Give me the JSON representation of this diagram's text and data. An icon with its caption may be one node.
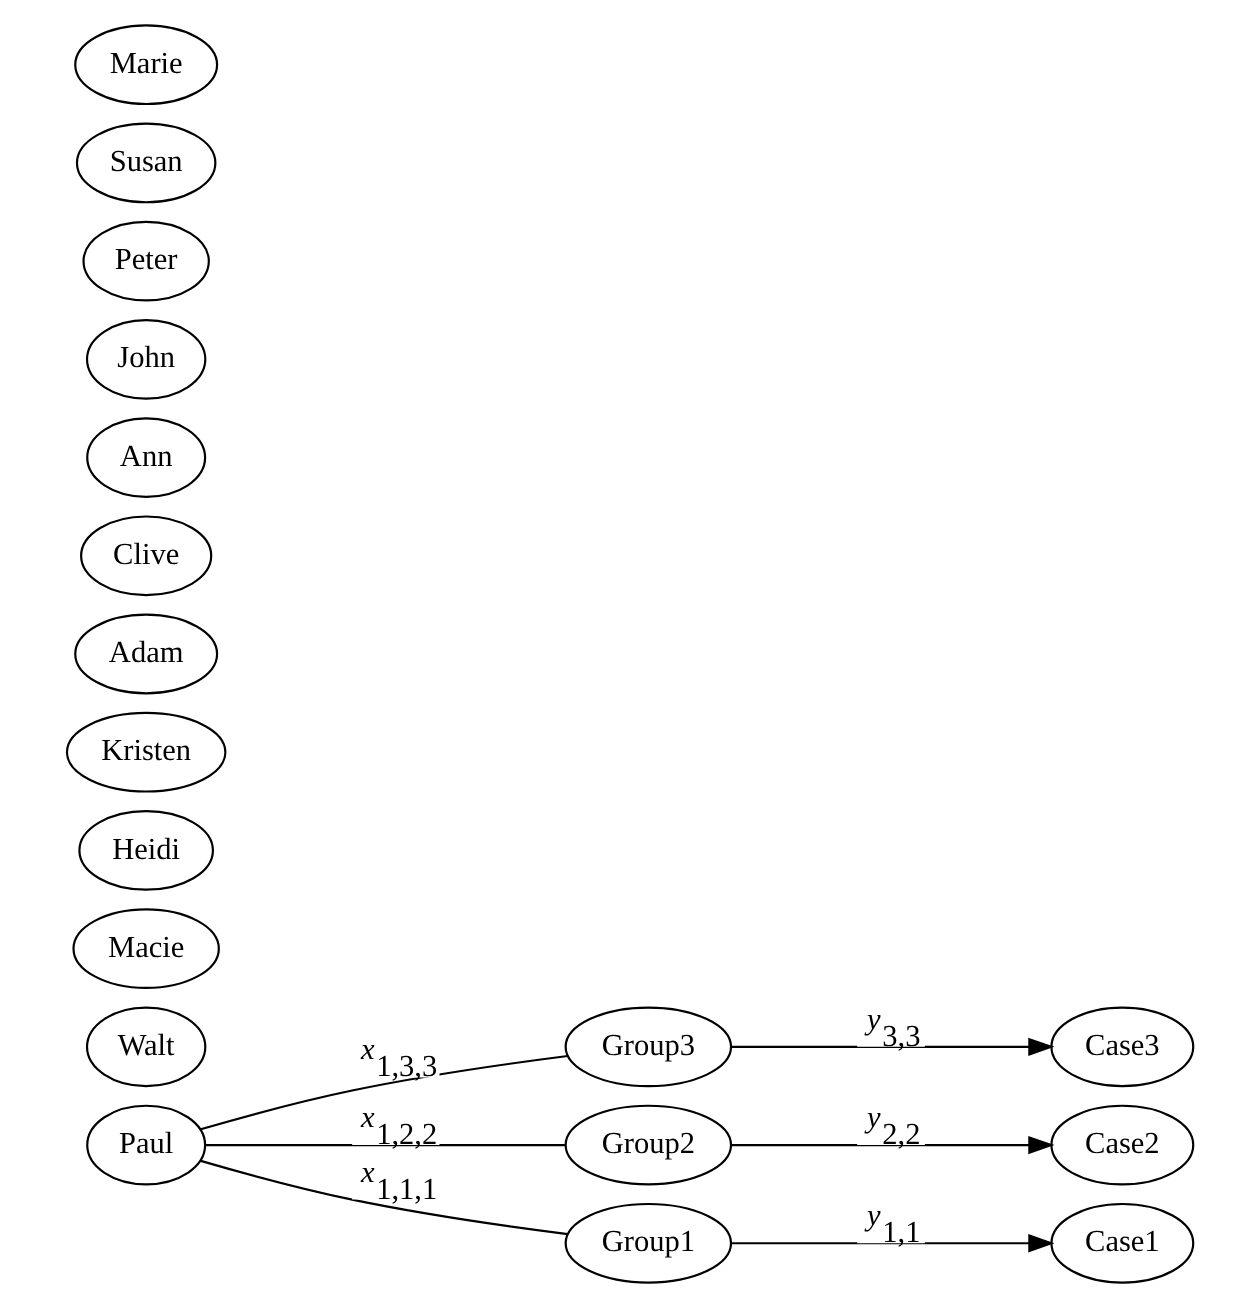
{
  "diagram": {
    "nodes": [
      {
        "text": [
          "Paul"
        ]
      },
      {
        "text": [
          "Marie"
        ]
      },
      {
        "text": [
          "Susan"
        ]
      },
      {
        "text": [
          "Peter"
        ]
      },
      {
        "text": [
          "John"
        ]
      },
      {
        "text": [
          "Ann"
        ]
      },
      {
        "text": [
          "Clive"
        ]
      },
      {
        "text": [
          "Adam"
        ]
      },
      {
        "text": [
          "Kristen"
        ]
      },
      {
        "text": [
          "Heidi"
        ]
      },
      {
        "text": [
          "Macie"
        ]
      },
      {
        "text": [
          "Walt"
        ]
      },
      {
        "text": [
          "Group1"
        ]
      },
      {
        "text": [
          "Case1"
        ]
      },
      {
        "text": [
          "Group2"
        ]
      },
      {
        "text": [
          "Case2"
        ]
      },
      {
        "text": [
          "Group3"
        ]
      },
      {
        "text": [
          "Case3"
        ]
      }
    ],
    "edges": [
      {
        "from": 0,
        "to": 12,
        "arrow": "none",
        "label": "*x*$_{1,1,1}$"
      },
      {
        "from": 12,
        "to": 13,
        "arrow": "to",
        "label": "*y*$_{1,1}$"
      },
      {
        "from": 0,
        "to": 14,
        "arrow": "none",
        "label": "*x*$_{1,2,2}$"
      },
      {
        "from": 14,
        "to": 15,
        "arrow": "to",
        "label": "*y*$_{2,2}$"
      },
      {
        "from": 0,
        "to": 16,
        "arrow": "none",
        "label": "*x*$_{1,3,3}$"
      },
      {
        "from": 16,
        "to": 17,
        "arrow": "to",
        "label": "*y*$_{3,3}$"
      }
    ]
  }
}
